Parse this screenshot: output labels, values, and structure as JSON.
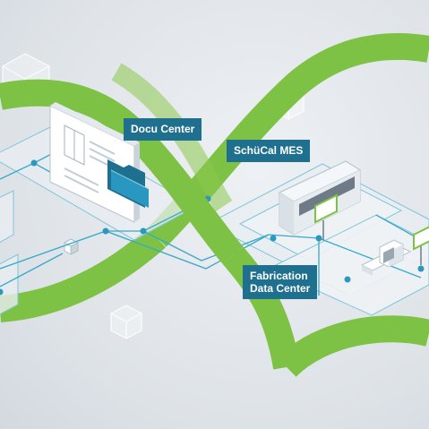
{
  "labels": {
    "docu_center": "Docu Center",
    "schucal_mes": "SchüCal MES",
    "fabrication_line1": "Fabrication",
    "fabrication_line2": "Data Center"
  },
  "colors": {
    "background": "#dde2e7",
    "loop_green": "#7dc244",
    "label_blue": "#1f6f8e",
    "line_cyan": "#38a9c9",
    "platform_fill": "#e9eef2",
    "platform_stroke": "#7fc5da"
  },
  "icons": [
    "infinity-loop-ribbon",
    "document-window-icon",
    "folder-icon",
    "machine-unit-icon",
    "display-screen-icon",
    "conveyor-machine-icon",
    "cube-icon"
  ]
}
